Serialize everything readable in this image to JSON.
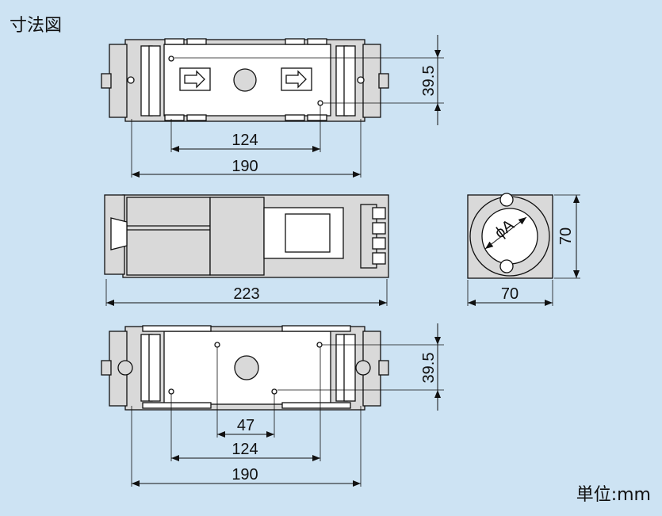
{
  "title": "寸法図",
  "unit_label": "単位:mm",
  "colors": {
    "background": "#cde3f3",
    "body": "#d9d9d9",
    "line": "#111111",
    "panel": "#ffffff"
  },
  "views": {
    "top": {
      "width": "190",
      "hole_pitch": "124",
      "height": "39.5"
    },
    "side": {
      "length": "223"
    },
    "end": {
      "size_h": "70",
      "size_v": "70",
      "diameter": "ϕA"
    },
    "bottom": {
      "width": "190",
      "hole_pitch": "124",
      "hole_offset": "47",
      "height": "39.5"
    }
  },
  "icons": [
    "arrow-right-icon",
    "arrow-right-icon"
  ]
}
